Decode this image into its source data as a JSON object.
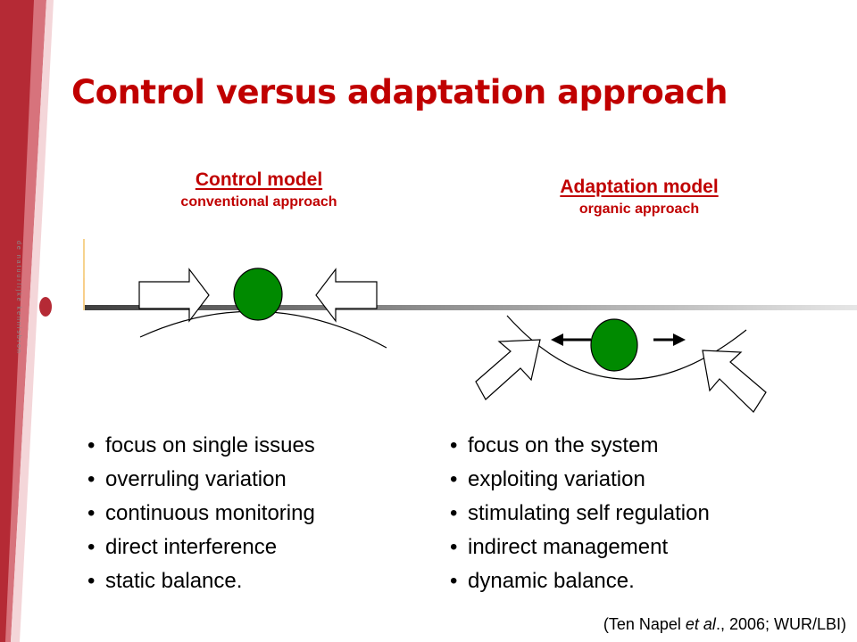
{
  "title": "Control versus adaptation approach",
  "brand_vertical_text": "de natuurlijke kennisbron",
  "control_model": {
    "name": "Control model",
    "subtitle": "conventional approach",
    "points": [
      "focus on single issues",
      "overruling variation",
      "continuous monitoring",
      "direct interference",
      "static balance."
    ]
  },
  "adaptation_model": {
    "name": "Adaptation model",
    "subtitle": "organic approach",
    "points": [
      "focus on the system",
      "exploiting variation",
      "stimulating self regulation",
      "indirect management",
      "dynamic balance."
    ]
  },
  "citation": {
    "before": "(Ten Napel ",
    "italic": "et al",
    "after": "., 2006; WUR/LBI)"
  },
  "colors": {
    "accent": "#c00000",
    "ball": "#008a00",
    "decor_red": "#b52a35",
    "decor_pink": "#d7737c",
    "decor_orange": "#f8cf8a"
  }
}
